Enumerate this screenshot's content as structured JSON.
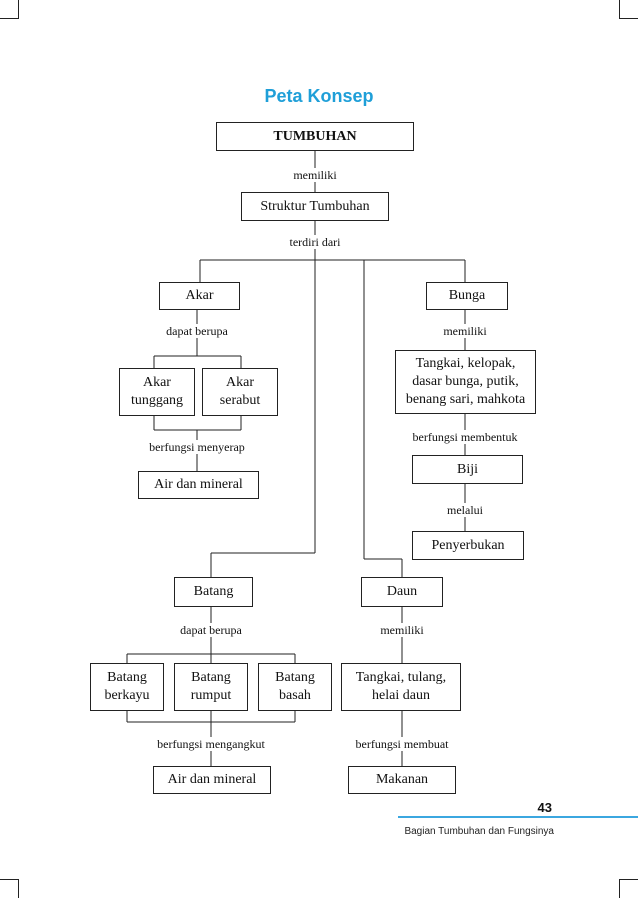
{
  "title": "Peta Konsep",
  "nodes": {
    "tumbuhan": "TUMBUHAN",
    "struktur": "Struktur Tumbuhan",
    "akar": "Akar",
    "bunga": "Bunga",
    "akar_tunggang": "Akar\ntunggang",
    "akar_serabut": "Akar\nserabut",
    "air_mineral_akar": "Air dan mineral",
    "bunga_bagian": "Tangkai, kelopak,\ndasar bunga, putik,\nbenang sari, mahkota",
    "biji": "Biji",
    "penyerbukan": "Penyerbukan",
    "batang": "Batang",
    "daun": "Daun",
    "batang_berkayu": "Batang\nberkayu",
    "batang_rumput": "Batang\nrumput",
    "batang_basah": "Batang\nbasah",
    "daun_bagian": "Tangkai, tulang,\nhelai daun",
    "air_mineral_batang": "Air dan mineral",
    "makanan": "Makanan"
  },
  "links": {
    "memiliki_1": "memiliki",
    "terdiri_dari": "terdiri dari",
    "dapat_berupa_akar": "dapat berupa",
    "memiliki_bunga": "memiliki",
    "berfungsi_menyerap": "berfungsi menyerap",
    "berfungsi_membentuk": "berfungsi membentuk",
    "melalui": "melalui",
    "dapat_berupa_batang": "dapat berupa",
    "memiliki_daun": "memiliki",
    "berfungsi_mengangkut": "berfungsi mengangkut",
    "berfungsi_membuat": "berfungsi membuat"
  },
  "footer": {
    "page_number": "43",
    "chapter": "Bagian Tumbuhan dan Fungsinya"
  },
  "colors": {
    "title": "#1f9fd8",
    "rule": "#3ba7e0"
  }
}
